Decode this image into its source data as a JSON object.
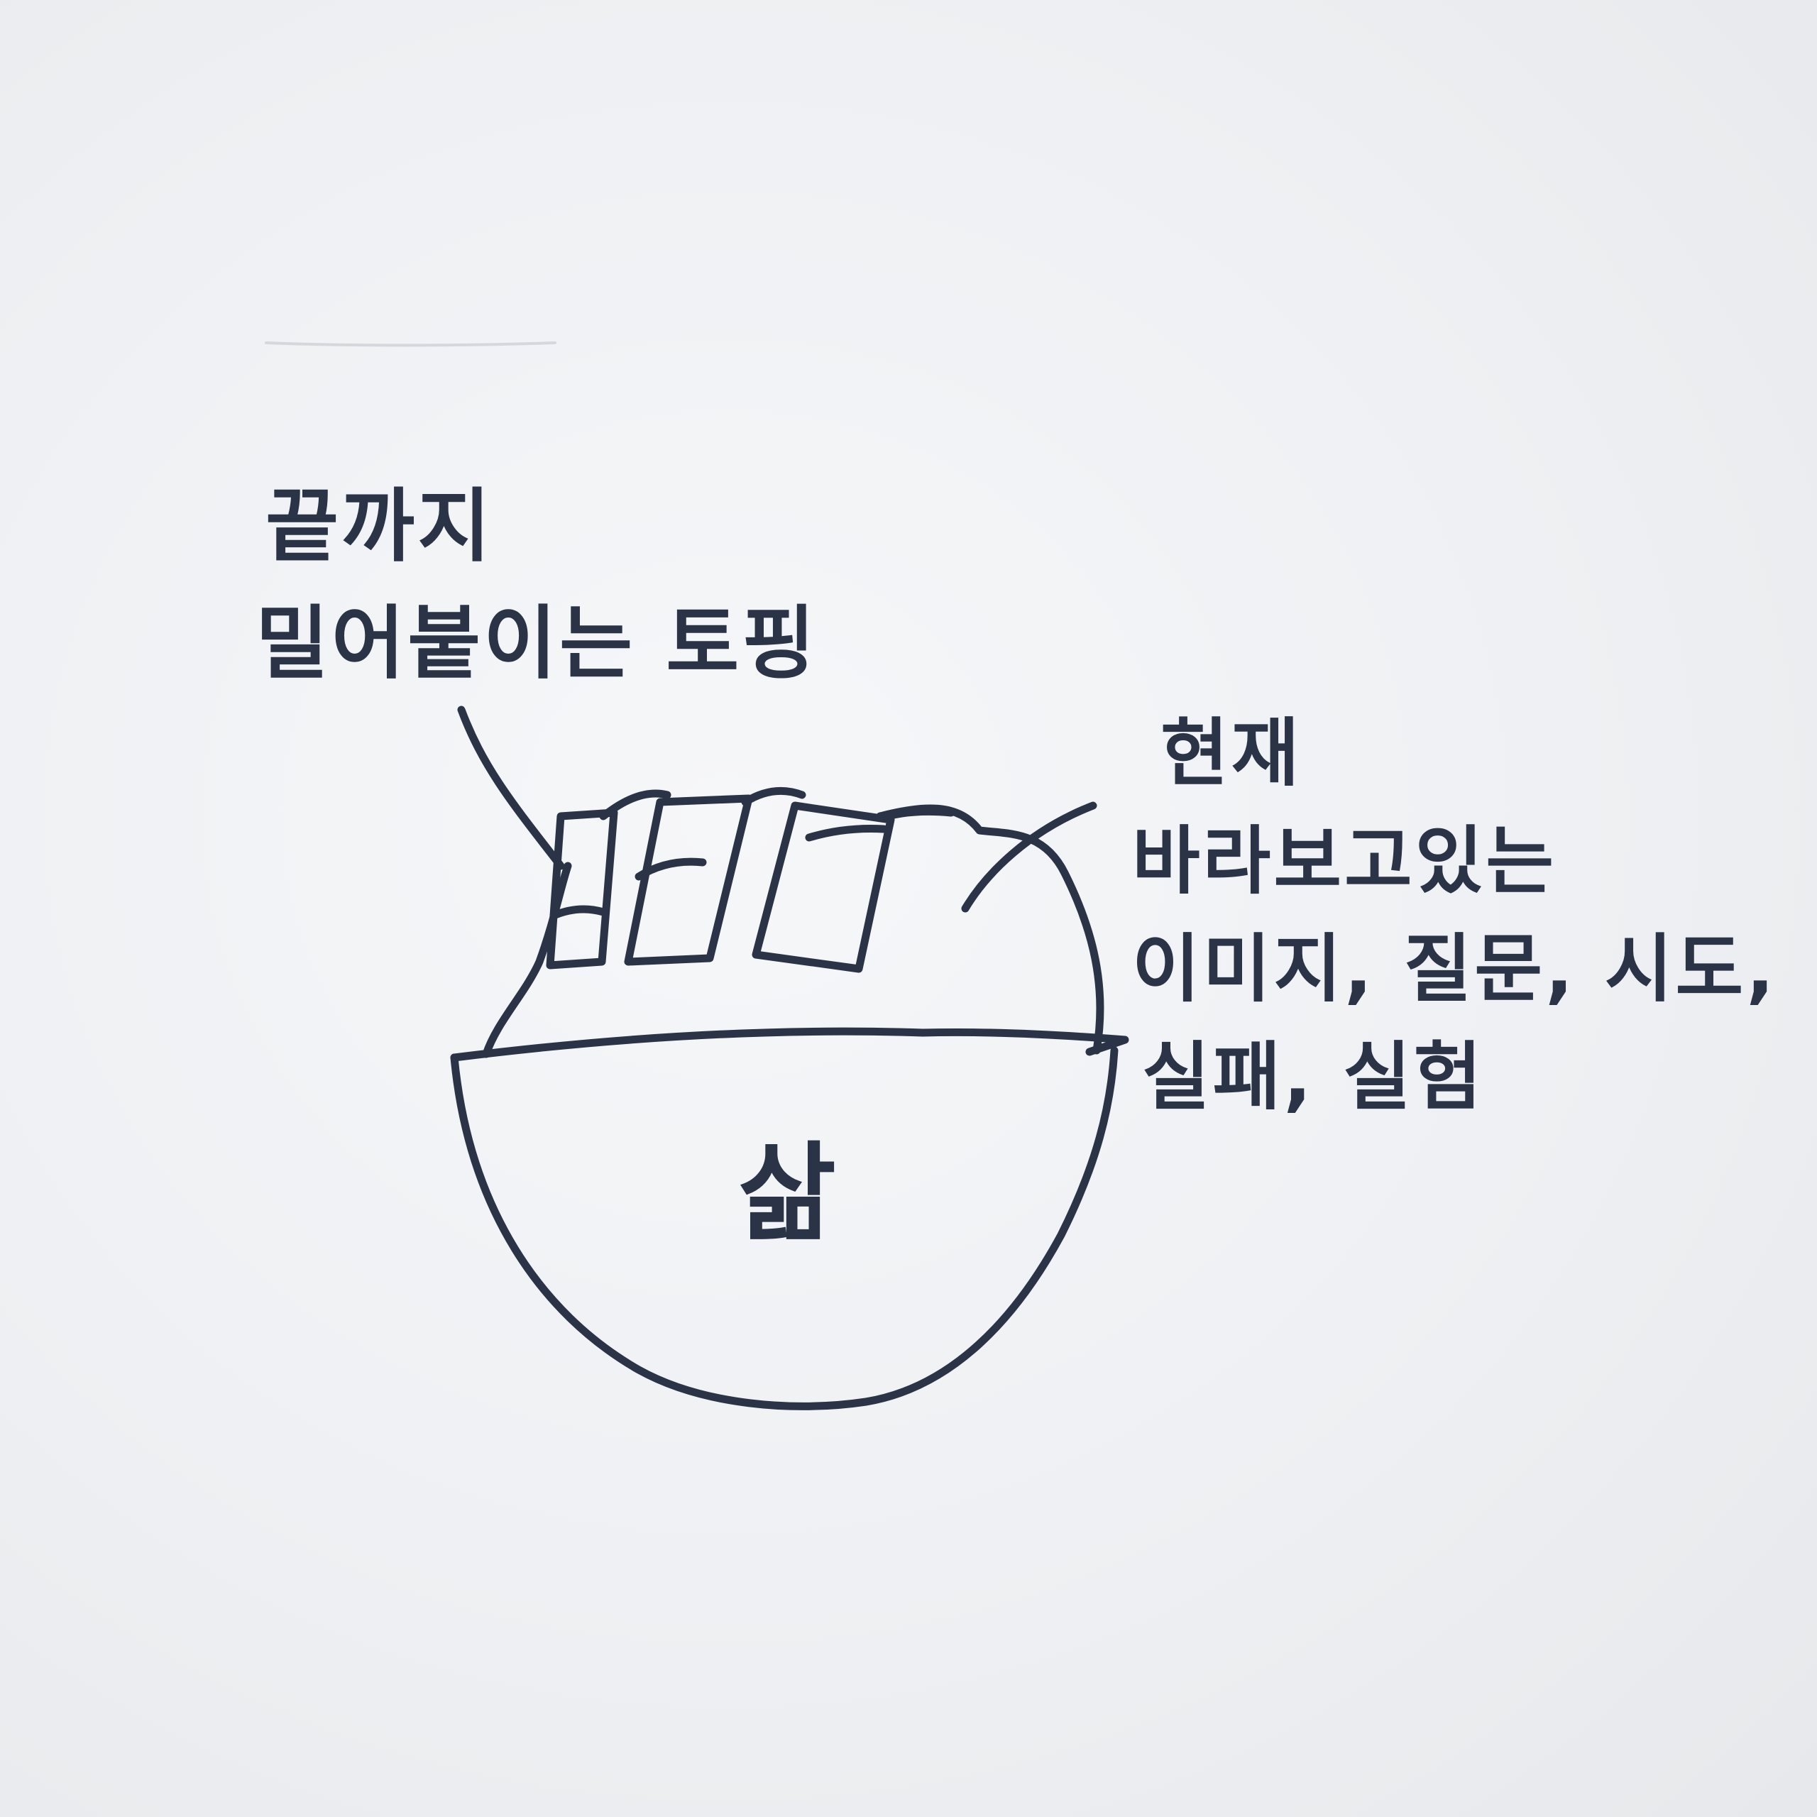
{
  "drawing": {
    "left_label": {
      "line1": "끝까지",
      "line2": "밀어붙이는 토핑"
    },
    "right_label": {
      "line1": "현재",
      "line2": "바라보고있는",
      "line3": "이미지, 질문, 시도,",
      "line4": "실패, 실험"
    },
    "center_label": "삶"
  }
}
